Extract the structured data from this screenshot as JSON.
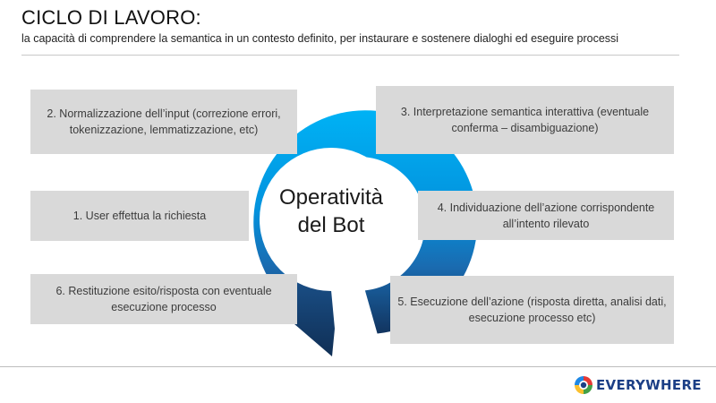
{
  "header": {
    "title": "CICLO DI LAVORO:",
    "subtitle": "la capacità di comprendere la semantica in un contesto definito, per instaurare e sostenere dialoghi ed eseguire processi"
  },
  "center": {
    "line1": "Operatività",
    "line2": "del Bot"
  },
  "steps": [
    {
      "label": "1. User effettua la richiesta"
    },
    {
      "label": "2. Normalizzazione dell’input (correzione errori, tokenizzazione, lemmatizzazione, etc)"
    },
    {
      "label": "3. Interpretazione semantica interattiva (eventuale conferma – disambiguazione)"
    },
    {
      "label": "4. Individuazione dell’azione corrispondente all’intento rilevato"
    },
    {
      "label": "5. Esecuzione dell’azione (risposta diretta, analisi dati, esecuzione processo etc)"
    },
    {
      "label": "6. Restituzione esito/risposta con eventuale esecuzione processo"
    }
  ],
  "logo": {
    "text": "EVERYWHERE",
    "icon": "everywhere-logo-icon"
  },
  "colors": {
    "arrow_light": "#00a8f0",
    "arrow_dark": "#12345f",
    "box_fill": "#d9d9d9",
    "logo_text": "#1c3f86"
  }
}
